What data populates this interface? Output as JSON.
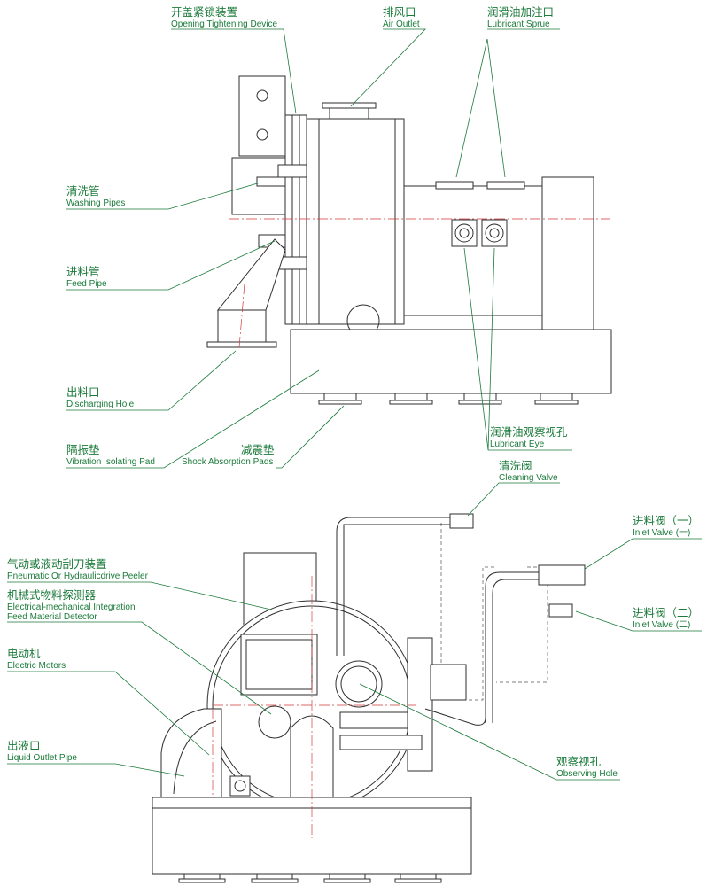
{
  "labels": {
    "opening_device": {
      "cn": "开盖紧锁装置",
      "en": "Opening Tightening Device"
    },
    "air_outlet": {
      "cn": "排风口",
      "en": "Air Outlet"
    },
    "lubricant_sprue": {
      "cn": "润滑油加注口",
      "en": "Lubricant Sprue"
    },
    "washing_pipes": {
      "cn": "清洗管",
      "en": "Washing Pipes"
    },
    "feed_pipe": {
      "cn": "进料管",
      "en": "Feed Pipe"
    },
    "discharging_hole": {
      "cn": "出料口",
      "en": "Discharging Hole"
    },
    "vibration_pad": {
      "cn": "隔振垫",
      "en": "Vibration Isolating Pad"
    },
    "shock_pads": {
      "cn": "减震垫",
      "en": "Shock Absorption Pads"
    },
    "lubricant_eye": {
      "cn": "润滑油观察视孔",
      "en": "Lubricant Eye"
    },
    "cleaning_valve": {
      "cn": "清洗阀",
      "en": "Cleaning Valve"
    },
    "inlet_valve_1": {
      "cn": "进料阀（一）",
      "en": "Inlet Valve (一)"
    },
    "inlet_valve_2": {
      "cn": "进料阀（二）",
      "en": "Inlet Valve (二)"
    },
    "peeler": {
      "cn": "气动或液动刮刀装置",
      "en": "Pneumatic Or Hydraulicdrive Peeler"
    },
    "detector": {
      "cn": "机械式物料探测器",
      "en_line1": "Electrical-mechanical Integration",
      "en_line2": "Feed Material Detector"
    },
    "electric_motors": {
      "cn": "电动机",
      "en": "Electric Motors"
    },
    "liquid_outlet": {
      "cn": "出液口",
      "en": "Liquid Outlet Pipe"
    },
    "observing_hole": {
      "cn": "观察视孔",
      "en": "Observing Hole"
    }
  },
  "colors": {
    "label": "#1a7a3a",
    "line": "#2e2e2e",
    "centerline": "#d23a3a"
  }
}
